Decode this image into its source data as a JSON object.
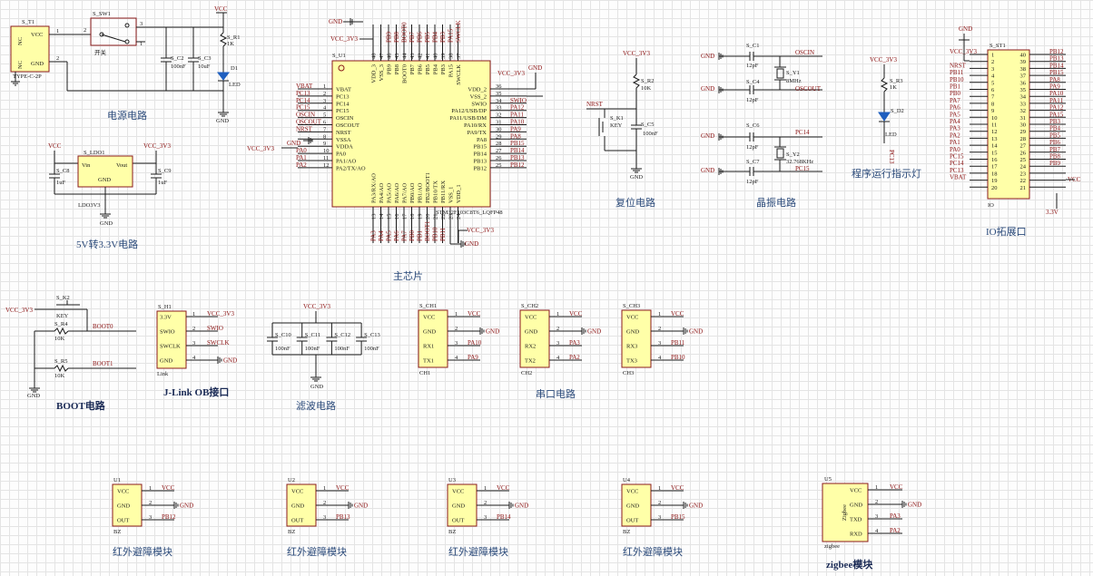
{
  "sections": {
    "power": "电源电路",
    "ldo": "5V转3.3V电路",
    "mcu": "主芯片",
    "reset": "复位电路",
    "crystal": "晶振电路",
    "led": "程序运行指示灯",
    "io": "IO拓展口",
    "boot": "BOOT电路",
    "jlink": "J-Link OB接口",
    "filter": "滤波电路",
    "uart": "串口电路",
    "ir1": "红外避障模块",
    "ir2": "红外避障模块",
    "ir3": "红外避障模块",
    "ir4": "红外避障模块",
    "zigbee": "zigbee模块"
  },
  "power_circuit": {
    "t1_ref": "S_T1",
    "t1_part": "TYPE-C-2P",
    "t1_vcc": "VCC",
    "t1_gnd": "GND",
    "nc1": "NC",
    "nc2": "NC",
    "t1_p1": "1",
    "t1_p2": "2",
    "sw_ref": "S_SW1",
    "sw_name": "开关",
    "sw_p1": "1",
    "sw_p2": "2",
    "sw_p3": "3",
    "c2_ref": "S_C2",
    "c2_val": "100nF",
    "c3_ref": "S_C3",
    "c3_val": "10uF",
    "r1_ref": "S_R1",
    "r1_val": "1K",
    "d1_ref": "D1",
    "d1_val": "LED",
    "vcc": "VCC",
    "gnd": "GND"
  },
  "ldo_circuit": {
    "vcc": "VCC",
    "vcc33": "VCC_3V3",
    "ref": "S_LDO1",
    "vin": "Vin",
    "vout": "Vout",
    "gnd_pin": "GND",
    "part": "LDO3V3",
    "c8_ref": "S_C8",
    "c8_val": "1uF",
    "c9_ref": "S_C9",
    "c9_val": "1uF",
    "gnd": "GND"
  },
  "mcu": {
    "ref": "S_U1",
    "part": "STM32F103C8T6_LQFP48",
    "gnd": "GND",
    "vcc33": "VCC_3V3",
    "left_pins": [
      {
        "num": "1",
        "name": "VBAT",
        "net": "VBAT"
      },
      {
        "num": "2",
        "name": "PC13",
        "net": "PC13"
      },
      {
        "num": "3",
        "name": "PC14",
        "net": "PC14"
      },
      {
        "num": "4",
        "name": "PC15",
        "net": "PC15"
      },
      {
        "num": "5",
        "name": "OSCIN",
        "net": "OSCIN"
      },
      {
        "num": "6",
        "name": "OSCOUT",
        "net": "OSCOUT"
      },
      {
        "num": "7",
        "name": "NRST",
        "net": "NRST"
      },
      {
        "num": "8",
        "name": "VSSA",
        "net": "GND"
      },
      {
        "num": "9",
        "name": "VDDA",
        "net": "VCC_3V3"
      },
      {
        "num": "10",
        "name": "PA0",
        "net": "PA0"
      },
      {
        "num": "11",
        "name": "PA1/AO",
        "net": "PA1"
      },
      {
        "num": "12",
        "name": "PA2/TX/AO",
        "net": "PA2"
      }
    ],
    "right_pins": [
      {
        "num": "36",
        "name": "VDD_2",
        "net": "VCC_3V3"
      },
      {
        "num": "35",
        "name": "VSS_2",
        "net": ""
      },
      {
        "num": "34",
        "name": "SWIO",
        "net": "SWIO"
      },
      {
        "num": "33",
        "name": "PA12/USB/DP",
        "net": "PA12"
      },
      {
        "num": "32",
        "name": "PA11/USB/DM",
        "net": "PA11"
      },
      {
        "num": "31",
        "name": "PA10/RX",
        "net": "PA10"
      },
      {
        "num": "30",
        "name": "PA9/TX",
        "net": "PA9"
      },
      {
        "num": "29",
        "name": "PA8",
        "net": "PA8"
      },
      {
        "num": "28",
        "name": "PB15",
        "net": "PB15"
      },
      {
        "num": "27",
        "name": "PB14",
        "net": "PB14"
      },
      {
        "num": "26",
        "name": "PB13",
        "net": "PB13"
      },
      {
        "num": "25",
        "name": "PB12",
        "net": "PB12"
      }
    ],
    "top_pins": [
      {
        "num": "48",
        "name": "VDD_3",
        "net": "VCC_3V3"
      },
      {
        "num": "47",
        "name": "VSS_3",
        "net": "GND"
      },
      {
        "num": "46",
        "name": "PB9",
        "net": "PB9"
      },
      {
        "num": "45",
        "name": "PB8",
        "net": "PB8"
      },
      {
        "num": "44",
        "name": "BOOT0",
        "net": "BOOT0"
      },
      {
        "num": "43",
        "name": "PB7",
        "net": "PB7"
      },
      {
        "num": "42",
        "name": "PB6",
        "net": "PB6"
      },
      {
        "num": "41",
        "name": "PB5",
        "net": "PB5"
      },
      {
        "num": "40",
        "name": "PB4",
        "net": "PB4"
      },
      {
        "num": "39",
        "name": "PB3",
        "net": "PB3"
      },
      {
        "num": "38",
        "name": "PA15",
        "net": "PA15"
      },
      {
        "num": "37",
        "name": "SWCLK",
        "net": "SWCLK"
      }
    ],
    "bottom_pins": [
      {
        "num": "13",
        "name": "PA3/RX/AO",
        "net": "PA3"
      },
      {
        "num": "14",
        "name": "PA4/AO",
        "net": "PA4"
      },
      {
        "num": "15",
        "name": "PA5/AO",
        "net": "PA5"
      },
      {
        "num": "16",
        "name": "PA6/AO",
        "net": "PA6"
      },
      {
        "num": "17",
        "name": "PA7/AO",
        "net": "PA7"
      },
      {
        "num": "18",
        "name": "PB0/AO",
        "net": "PB0"
      },
      {
        "num": "19",
        "name": "PB1/AO",
        "net": "PB1"
      },
      {
        "num": "20",
        "name": "PB2/BOOT1",
        "net": "BOOT1"
      },
      {
        "num": "21",
        "name": "PB10/TX",
        "net": "PB10"
      },
      {
        "num": "22",
        "name": "PB11/RX",
        "net": "PB11"
      },
      {
        "num": "23",
        "name": "VSS_1",
        "net": "GND"
      },
      {
        "num": "24",
        "name": "VDD_1",
        "net": "VCC_3V3"
      }
    ]
  },
  "reset_circuit": {
    "vcc33": "VCC_3V3",
    "nrst": "NRST",
    "r2_ref": "S_R2",
    "r2_val": "10K",
    "k1_ref": "S_K1",
    "k1_val": "KEY",
    "c5_ref": "S_C5",
    "c5_val": "100nF",
    "gnd": "GND"
  },
  "crystal_circuit": {
    "gnd": "GND",
    "c1_ref": "S_C1",
    "c1_val": "12pF",
    "c4_ref": "S_C4",
    "c4_val": "12pF",
    "c6_ref": "S_C6",
    "c6_val": "12pF",
    "c7_ref": "S_C7",
    "c7_val": "12pF",
    "y1_ref": "S_Y1",
    "y1_val": "8MHz",
    "y2_ref": "S_Y2",
    "y2_val": "32.768KHz",
    "oscin": "OSCIN",
    "oscout": "OSCOUT",
    "pc14": "PC14",
    "pc15": "PC15"
  },
  "led_circuit": {
    "vcc33": "VCC_3V3",
    "r3_ref": "S_R3",
    "r3_val": "1K",
    "d2_ref": "S_D2",
    "d2_val": "LED",
    "net": "PC13"
  },
  "io_header": {
    "ref": "S_ST1",
    "part": "IO",
    "gnd": "GND",
    "vcc33": "VCC_3V3",
    "vcc": "VCC",
    "v33": "3.3V",
    "left": [
      {
        "num": "1",
        "net": "VCC_3V3"
      },
      {
        "num": "2",
        "net": ""
      },
      {
        "num": "3",
        "net": "NRST"
      },
      {
        "num": "4",
        "net": "PB11"
      },
      {
        "num": "5",
        "net": "PB10"
      },
      {
        "num": "6",
        "net": "PB1"
      },
      {
        "num": "7",
        "net": "PB0"
      },
      {
        "num": "8",
        "net": "PA7"
      },
      {
        "num": "9",
        "net": "PA6"
      },
      {
        "num": "10",
        "net": "PA5"
      },
      {
        "num": "11",
        "net": "PA4"
      },
      {
        "num": "12",
        "net": "PA3"
      },
      {
        "num": "13",
        "net": "PA2"
      },
      {
        "num": "14",
        "net": "PA1"
      },
      {
        "num": "15",
        "net": "PA0"
      },
      {
        "num": "16",
        "net": "PC15"
      },
      {
        "num": "17",
        "net": "PC14"
      },
      {
        "num": "18",
        "net": "PC13"
      },
      {
        "num": "19",
        "net": "VBAT"
      },
      {
        "num": "20",
        "net": ""
      }
    ],
    "right": [
      {
        "num": "40",
        "net": "PB12"
      },
      {
        "num": "39",
        "net": "PB13"
      },
      {
        "num": "38",
        "net": "PB14"
      },
      {
        "num": "37",
        "net": "PB15"
      },
      {
        "num": "36",
        "net": "PA8"
      },
      {
        "num": "35",
        "net": "PA9"
      },
      {
        "num": "34",
        "net": "PA10"
      },
      {
        "num": "33",
        "net": "PA11"
      },
      {
        "num": "32",
        "net": "PA12"
      },
      {
        "num": "31",
        "net": "PA15"
      },
      {
        "num": "30",
        "net": "PB3"
      },
      {
        "num": "29",
        "net": "PB4"
      },
      {
        "num": "28",
        "net": "PB5"
      },
      {
        "num": "27",
        "net": "PB6"
      },
      {
        "num": "26",
        "net": "PB7"
      },
      {
        "num": "25",
        "net": "PB8"
      },
      {
        "num": "24",
        "net": "PB9"
      },
      {
        "num": "23",
        "net": ""
      },
      {
        "num": "22",
        "net": ""
      },
      {
        "num": "21",
        "net": ""
      }
    ]
  },
  "boot_circuit": {
    "vcc33": "VCC_3V3",
    "k2_ref": "S_K2",
    "k2_val": "KEY",
    "r4_ref": "S_R4",
    "r4_val": "10K",
    "r5_ref": "S_R5",
    "r5_val": "10K",
    "boot0": "BOOT0",
    "boot1": "BOOT1",
    "gnd": "GND"
  },
  "jlink": {
    "ref": "S_H1",
    "part": "Link",
    "pins": [
      {
        "num": "1",
        "name": "3.3V",
        "net": "VCC_3V3"
      },
      {
        "num": "2",
        "name": "SWIO",
        "net": "SWIO"
      },
      {
        "num": "3",
        "name": "SWCLK",
        "net": "SWCLK"
      },
      {
        "num": "4",
        "name": "GND",
        "net": "GND"
      }
    ]
  },
  "filter": {
    "vcc33": "VCC_3V3",
    "gnd": "GND",
    "caps": [
      {
        "ref": "S_C10",
        "val": "100nF"
      },
      {
        "ref": "S_C11",
        "val": "100nF"
      },
      {
        "ref": "S_C12",
        "val": "100nF"
      },
      {
        "ref": "S_C13",
        "val": "100nF"
      }
    ]
  },
  "uart": [
    {
      "ref": "S_CH1",
      "part": "CH1",
      "names": [
        "VCC",
        "GND",
        "RX1",
        "TX1"
      ],
      "nets": [
        "VCC",
        "GND",
        "PA10",
        "PA9"
      ]
    },
    {
      "ref": "S_CH2",
      "part": "CH2",
      "names": [
        "VCC",
        "GND",
        "RX2",
        "TX2"
      ],
      "nets": [
        "VCC",
        "GND",
        "PA3",
        "PA2"
      ]
    },
    {
      "ref": "S_CH3",
      "part": "CH3",
      "names": [
        "VCC",
        "GND",
        "RX3",
        "TX3"
      ],
      "nets": [
        "VCC",
        "GND",
        "PB11",
        "PB10"
      ]
    }
  ],
  "ir_modules": [
    {
      "ref": "U1",
      "part": "BZ",
      "names": [
        "VCC",
        "GND",
        "OUT"
      ],
      "nets": [
        "VCC",
        "GND",
        "PB12"
      ]
    },
    {
      "ref": "U2",
      "part": "BZ",
      "names": [
        "VCC",
        "GND",
        "OUT"
      ],
      "nets": [
        "VCC",
        "GND",
        "PB13"
      ]
    },
    {
      "ref": "U3",
      "part": "BZ",
      "names": [
        "VCC",
        "GND",
        "OUT"
      ],
      "nets": [
        "VCC",
        "GND",
        "PB14"
      ]
    },
    {
      "ref": "U4",
      "part": "BZ",
      "names": [
        "VCC",
        "GND",
        "OUT"
      ],
      "nets": [
        "VCC",
        "GND",
        "PB15"
      ]
    }
  ],
  "zigbee": {
    "ref": "U5",
    "part": "zigbee",
    "body": "Zigbee",
    "names": [
      "VCC",
      "GND",
      "TXD",
      "RXD"
    ],
    "nets": [
      "VCC",
      "GND",
      "PA3",
      "PA2"
    ]
  }
}
